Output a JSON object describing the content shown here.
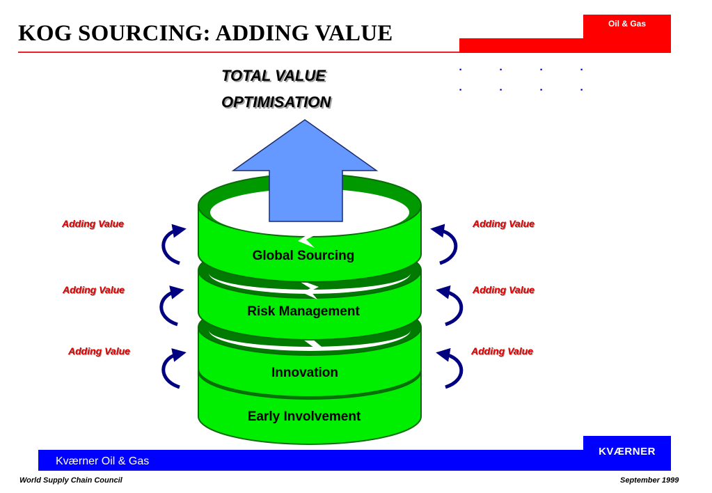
{
  "slide": {
    "title": "KOG SOURCING: ADDING VALUE",
    "brand_tab": "Oil & Gas",
    "goal_line1": "TOTAL VALUE",
    "goal_line2": "OPTIMISATION"
  },
  "rings": [
    {
      "label": "Global Sourcing"
    },
    {
      "label": "Risk Management"
    },
    {
      "label": "Innovation"
    },
    {
      "label": "Early Involvement"
    }
  ],
  "adding_value_labels": {
    "left": [
      "Adding Value",
      "Adding Value",
      "Adding Value"
    ],
    "right": [
      "Adding Value",
      "Adding Value",
      "Adding Value"
    ]
  },
  "footer": {
    "company": "Kværner Oil & Gas",
    "logo": "KVÆRNER",
    "left": "World Supply Chain Council",
    "right": "September 1999"
  },
  "colors": {
    "ring_green": "#00ee00",
    "arrow_blue": "#6699ff",
    "curve_arrow_navy": "#000080",
    "accent_red": "#ff0000",
    "band_blue": "#0000ff"
  }
}
